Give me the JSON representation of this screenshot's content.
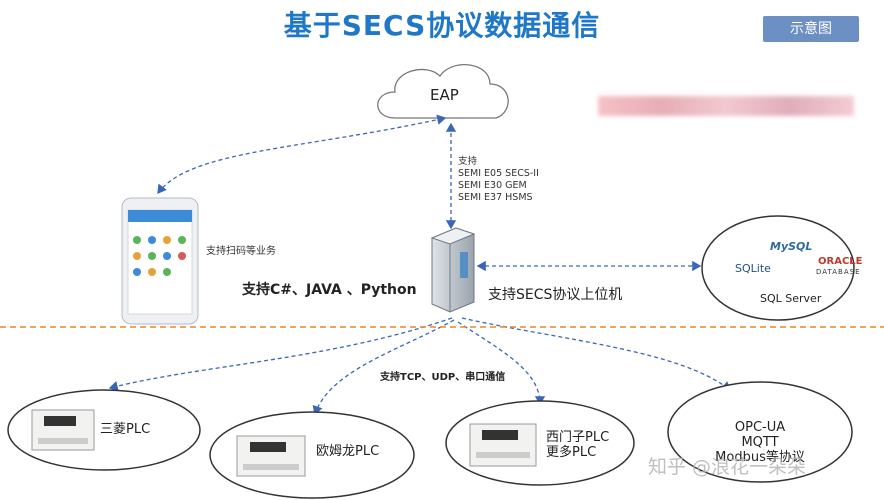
{
  "title": "基于SECS协议数据通信",
  "badge": "示意图",
  "eap": "EAP",
  "protocol": {
    "heading": "支持",
    "lines": [
      "SEMI E05 SECS-II",
      "SEMI E30 GEM",
      "SEMI E37 HSMS"
    ]
  },
  "phone_label": "支持扫码等业务",
  "languages_label": "支持C#、JAVA 、Python",
  "host_label": "支持SECS协议上位机",
  "databases": [
    "MySQL",
    "ORACLE",
    "DATABASE",
    "SQLite",
    "SQL Server"
  ],
  "comm_label": "支持TCP、UDP、串口通信",
  "plcs": [
    {
      "lines": [
        "三菱PLC"
      ]
    },
    {
      "lines": [
        "欧姆龙PLC"
      ]
    },
    {
      "lines": [
        "西门子PLC",
        "更多PLC"
      ]
    }
  ],
  "protocols_right": [
    "OPC-UA",
    "MQTT",
    "Modbus等协议"
  ],
  "watermark": "知乎 @浪花一朵朵",
  "colors": {
    "title": "#1f77c8",
    "badge": "#6c8fc4",
    "arrow": "#3a66b8",
    "divider": "#e8892a"
  }
}
